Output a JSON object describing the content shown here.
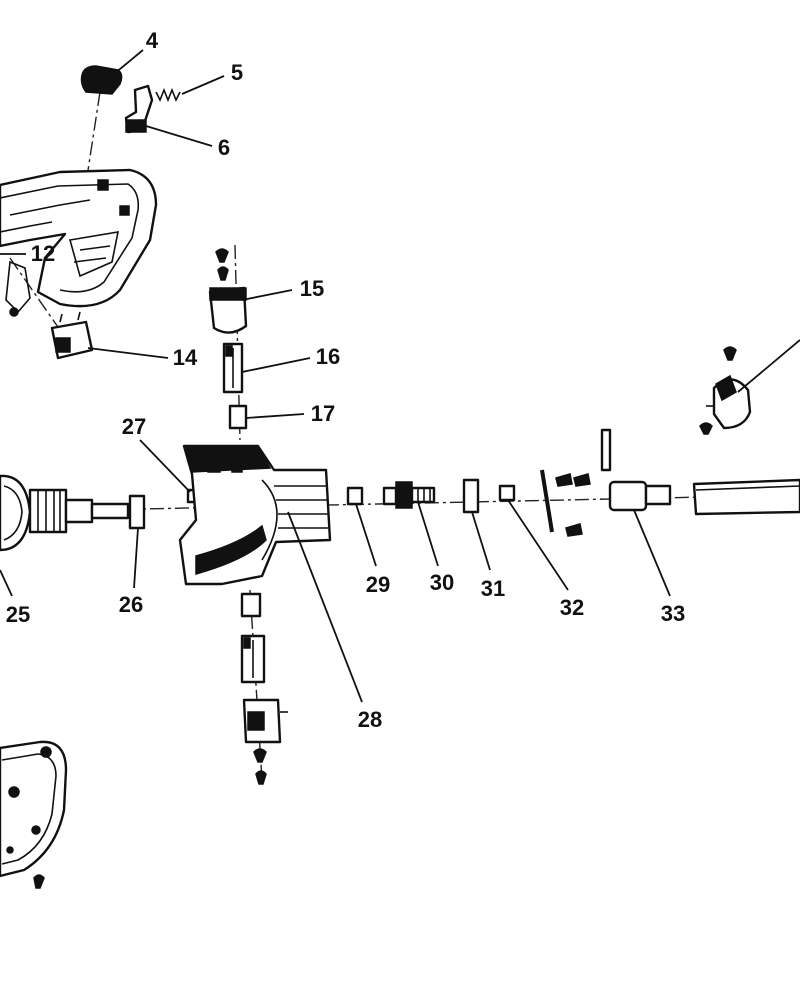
{
  "diagram": {
    "type": "exploded-parts-view",
    "callouts": [
      "4",
      "5",
      "6",
      "12",
      "14",
      "15",
      "16",
      "17",
      "25",
      "26",
      "27",
      "28",
      "29",
      "30",
      "31",
      "32",
      "33"
    ]
  }
}
